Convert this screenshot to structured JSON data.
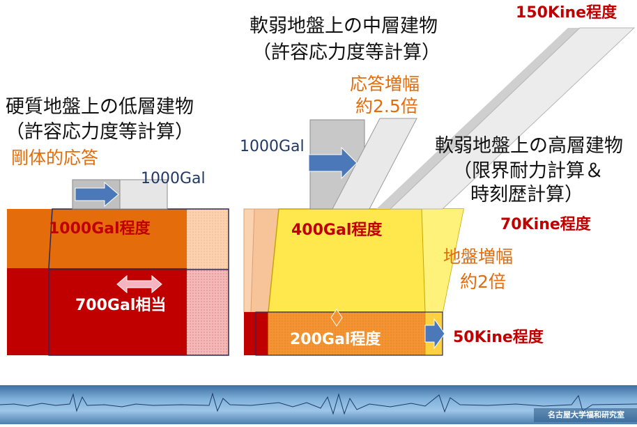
{
  "left_panel": {
    "title_line1": "硬質地盤上の低層建物",
    "title_line2": "（許容応力度等計算）",
    "response_label": "剛体的応答",
    "top_accel_label": "1000Gal",
    "upper_layer_label": "1000Gal程度",
    "lower_layer_label": "700Gal相当"
  },
  "middle_panel": {
    "title_line1": "軟弱地盤上の中層建物",
    "title_line2": "（許容応力度等計算）",
    "amp_line1": "応答増幅",
    "amp_line2": "約2.5倍",
    "top_accel_label": "1000Gal",
    "surface_label": "400Gal程度",
    "base_label": "200Gal程度"
  },
  "right_panel": {
    "title_line1": "軟弱地盤上の高層建物",
    "title_line2": "（限界耐力計算＆",
    "title_line3": "時刻歴計算）",
    "top_velocity_label": "150Kine程度",
    "surface_velocity_label": "70Kine程度",
    "ground_amp_line1": "地盤増幅",
    "ground_amp_line2": "約2倍",
    "base_velocity_label": "50Kine程度"
  },
  "footer": {
    "lab_name": "名古屋大学福和研究室"
  },
  "colors": {
    "dark_red": "#c00000",
    "orange": "#e46c0a",
    "yellow": "#ffe84d",
    "navy_arrow": "#4a78b8",
    "building_gray": "#c8c8c8",
    "footer_blue": "#6a9bc8"
  }
}
